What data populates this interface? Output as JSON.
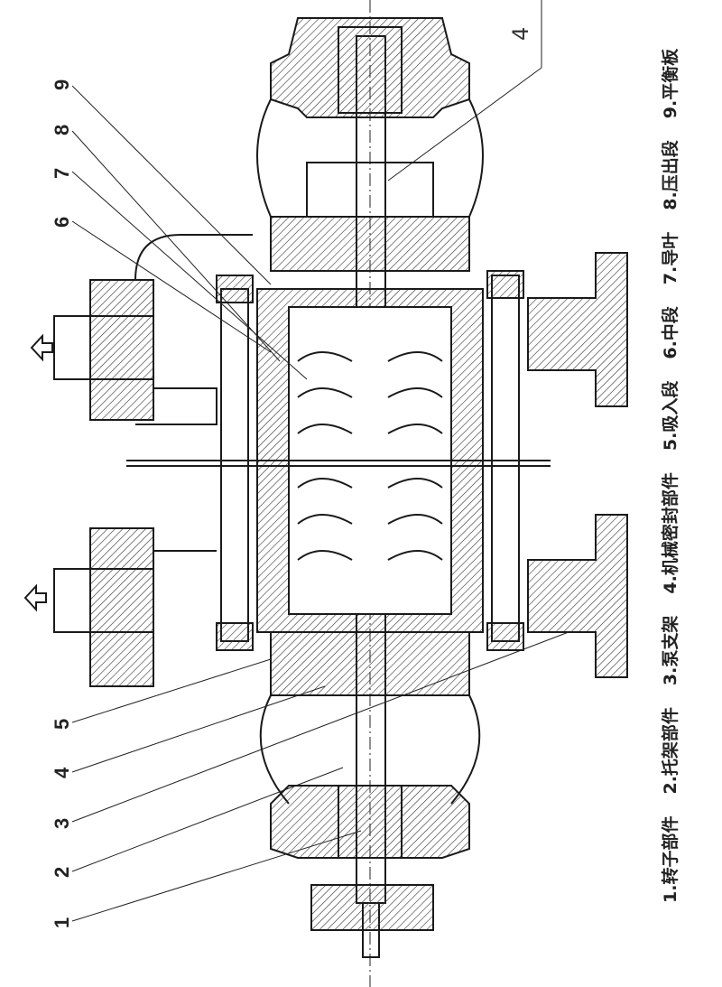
{
  "diagram": {
    "callouts": [
      "1",
      "2",
      "3",
      "4",
      "5",
      "6",
      "7",
      "8",
      "9"
    ],
    "handwritten_mark": "4",
    "legend": [
      {
        "num": "1.",
        "label": "转子部件"
      },
      {
        "num": "2.",
        "label": "托架部件"
      },
      {
        "num": "3.",
        "label": "泵支架"
      },
      {
        "num": "4.",
        "label": "机械密封部件"
      },
      {
        "num": "5.",
        "label": "吸入段"
      },
      {
        "num": "6.",
        "label": "中段"
      },
      {
        "num": "7.",
        "label": "导叶"
      },
      {
        "num": "8.",
        "label": "压出段"
      },
      {
        "num": "9.",
        "label": "平衡板"
      }
    ]
  }
}
